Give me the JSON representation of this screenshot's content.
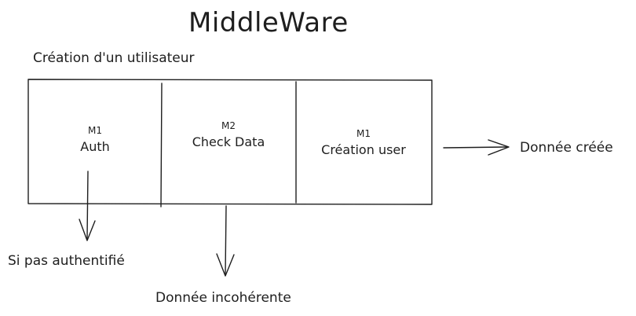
{
  "title": "MiddleWare",
  "subtitle": "Création d'un utilisateur",
  "middlewares": [
    {
      "id": "M1",
      "name": "Auth"
    },
    {
      "id": "M2",
      "name": "Check Data"
    },
    {
      "id": "M1",
      "name": "Création user"
    }
  ],
  "outputs": {
    "success": "Donnée créée",
    "auth_fail": "Si pas authentifié",
    "data_fail": "Donnée incohérente"
  },
  "colors": {
    "ink": "#1e1e1e",
    "background": "#ffffff"
  }
}
